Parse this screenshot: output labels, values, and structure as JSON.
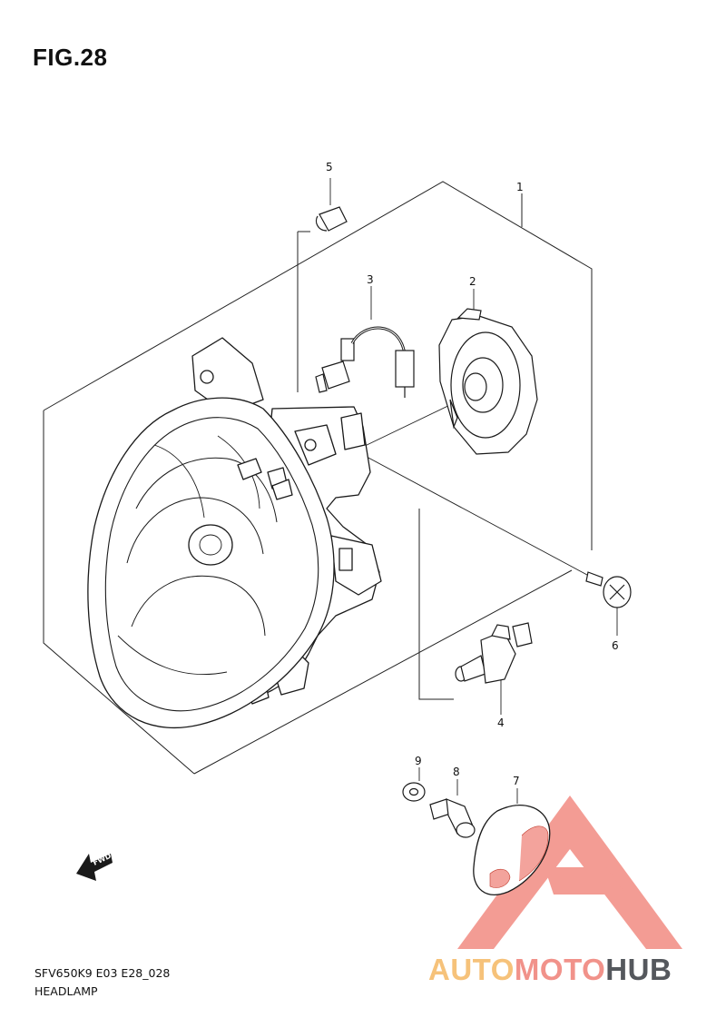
{
  "figure": {
    "title": "FIG.28",
    "model_code": "SFV650K9 E03 E28_028",
    "part_group": "HEADLAMP"
  },
  "callouts": [
    {
      "id": "1",
      "label": "1",
      "part": "headlamp-assembly"
    },
    {
      "id": "2",
      "label": "2",
      "part": "bulb-socket-cover"
    },
    {
      "id": "3",
      "label": "3",
      "part": "wiring-harness-socket"
    },
    {
      "id": "4",
      "label": "4",
      "part": "headlamp-bulb"
    },
    {
      "id": "5",
      "label": "5",
      "part": "position-lamp-bulb"
    },
    {
      "id": "6",
      "label": "6",
      "part": "screw"
    },
    {
      "id": "7",
      "label": "7",
      "part": "cover"
    },
    {
      "id": "8",
      "label": "8",
      "part": "spacer"
    },
    {
      "id": "9",
      "label": "9",
      "part": "washer"
    }
  ],
  "fwd_arrow": {
    "label": "FWD"
  },
  "watermark": {
    "text_a": "AUTO",
    "text_b": "MOTO",
    "text_c": "HUB",
    "color_a": "#f6c27a",
    "color_b": "#f1928a",
    "color_c": "#55585d",
    "logo_color": "#f28b82"
  }
}
